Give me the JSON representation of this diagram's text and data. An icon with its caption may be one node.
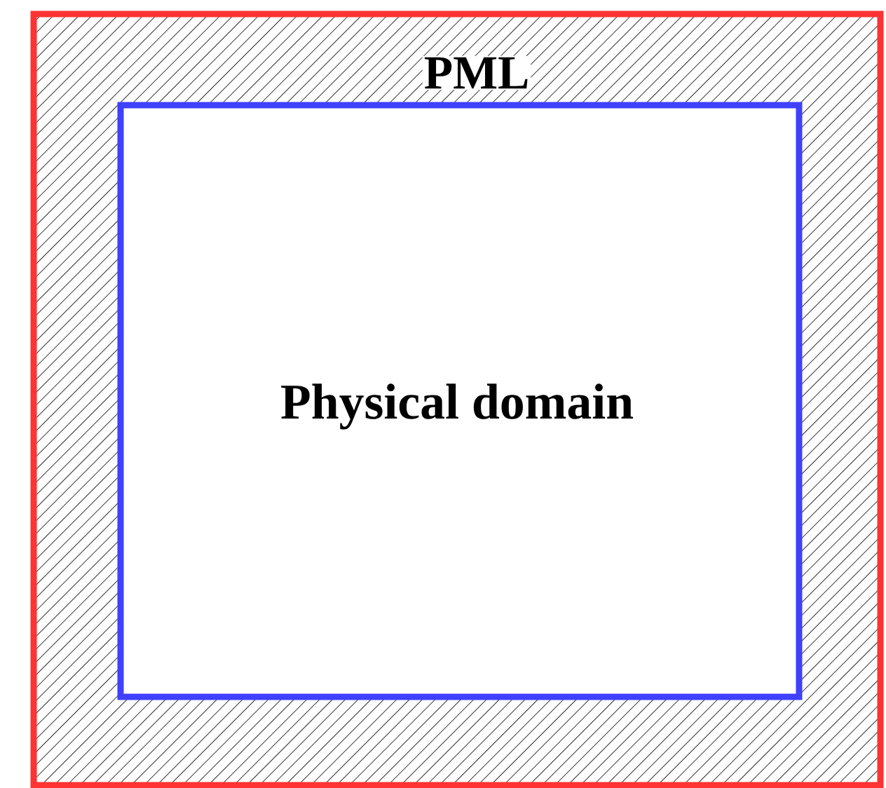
{
  "diagram": {
    "nodes": [
      {
        "text": [
          "PML"
        ]
      },
      {
        "text": [
          "Physical domain"
        ],
        "in": 0
      }
    ]
  }
}
